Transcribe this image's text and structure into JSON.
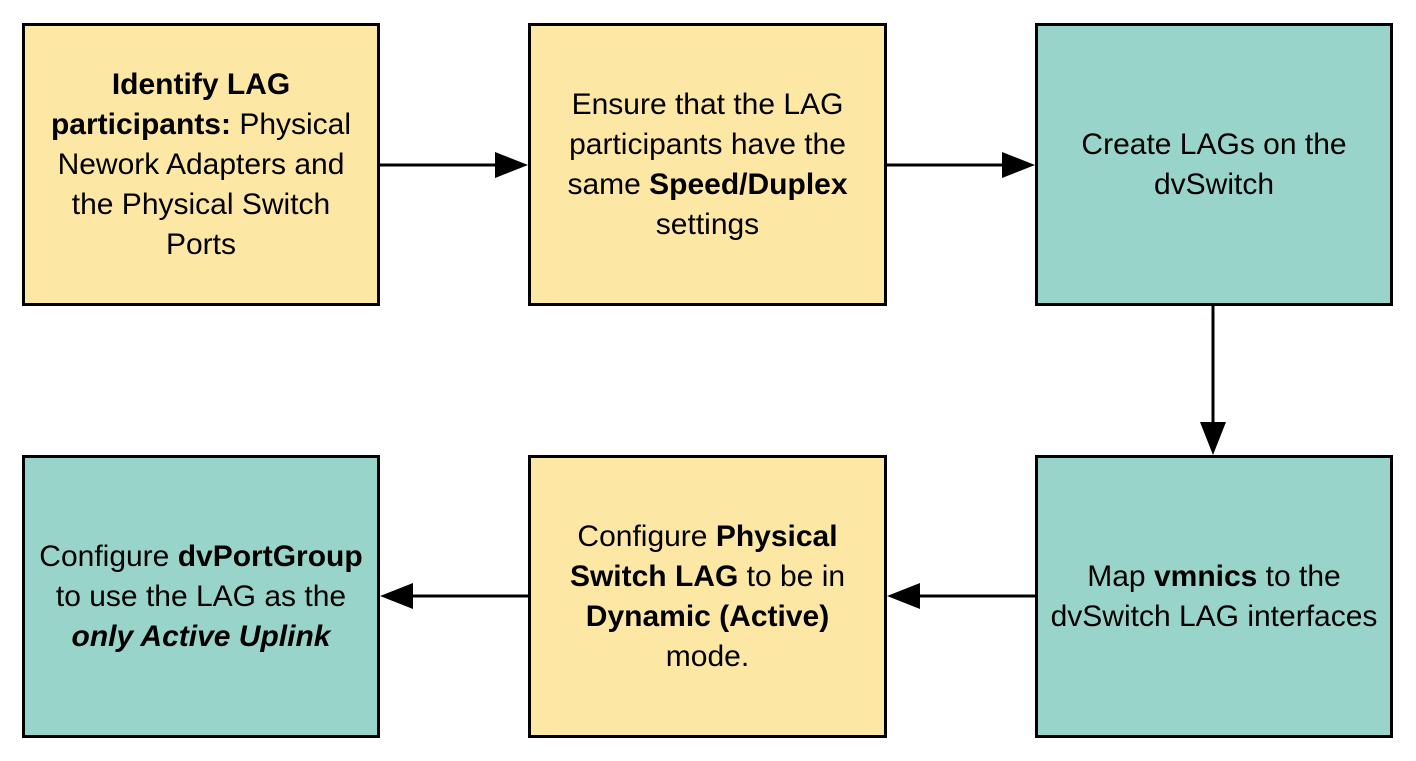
{
  "colors": {
    "yellow_fill": "#fde7a5",
    "teal_fill": "#99d4ca",
    "stroke": "#000000"
  },
  "steps": [
    {
      "fill": "yellow",
      "segments": [
        {
          "text": "Identify LAG participants:",
          "style": "b"
        },
        {
          "text": " Physical Nework Adapters and the Physical Switch Ports",
          "style": "n"
        }
      ]
    },
    {
      "fill": "yellow",
      "segments": [
        {
          "text": "Ensure that the LAG participants have the same ",
          "style": "n"
        },
        {
          "text": "Speed/Duplex",
          "style": "b"
        },
        {
          "text": " settings",
          "style": "n"
        }
      ]
    },
    {
      "fill": "teal",
      "segments": [
        {
          "text": "Create LAGs on the dvSwitch",
          "style": "n"
        }
      ]
    },
    {
      "fill": "teal",
      "segments": [
        {
          "text": "Map ",
          "style": "n"
        },
        {
          "text": "vmnics",
          "style": "b"
        },
        {
          "text": " to the dvSwitch LAG interfaces",
          "style": "n"
        }
      ]
    },
    {
      "fill": "yellow",
      "segments": [
        {
          "text": "Configure ",
          "style": "n"
        },
        {
          "text": "Physical Switch LAG",
          "style": "b"
        },
        {
          "text": " to be in ",
          "style": "n"
        },
        {
          "text": "Dynamic (Active)",
          "style": "b"
        },
        {
          "text": " mode.",
          "style": "n"
        }
      ]
    },
    {
      "fill": "teal",
      "segments": [
        {
          "text": "Configure ",
          "style": "n"
        },
        {
          "text": "dvPortGroup",
          "style": "b"
        },
        {
          "text": " to use the LAG as the ",
          "style": "n"
        },
        {
          "text": "only Active Uplink",
          "style": "bi"
        }
      ]
    }
  ]
}
